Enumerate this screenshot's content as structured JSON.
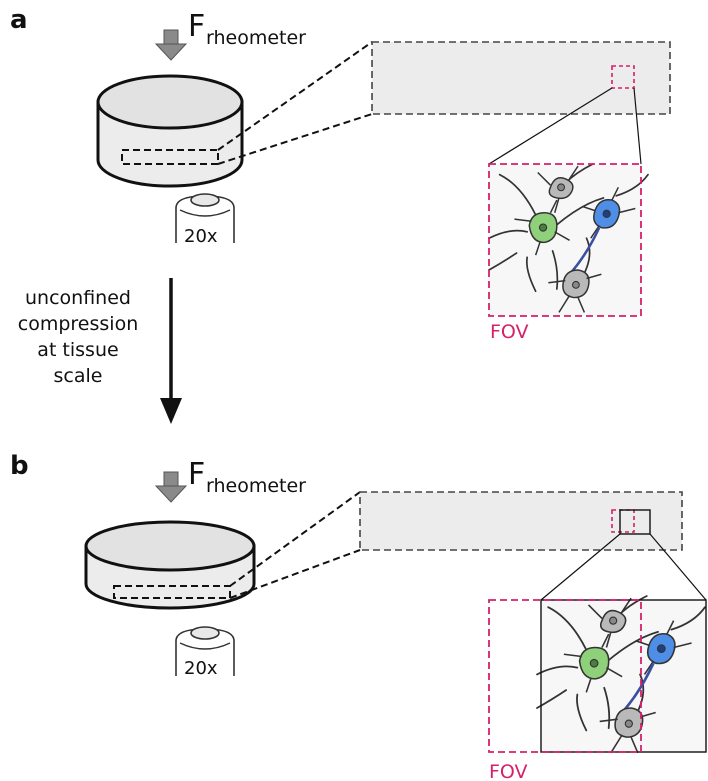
{
  "colors": {
    "fov": "#d6206a",
    "green_neuron": "#8fd07a",
    "blue_neuron": "#4f8ee6",
    "gray_neuron": "#b9b9b9",
    "sample_fill": "#ececec",
    "arrow_gray": "#8a8a8a"
  },
  "panel_a": {
    "label": "a",
    "force_main": "F",
    "force_sub": "rheometer",
    "objective_label": "20x",
    "fov_label": "FOV"
  },
  "transition": {
    "line1": "unconfined",
    "line2": "compression",
    "line3": "at tissue",
    "line4": "scale"
  },
  "panel_b": {
    "label": "b",
    "force_main": "F",
    "force_sub": "rheometer",
    "objective_label": "20x",
    "fov_label": "FOV"
  },
  "icons": [
    "force-arrow-icon",
    "objective-lens-icon",
    "neuron-icon"
  ]
}
